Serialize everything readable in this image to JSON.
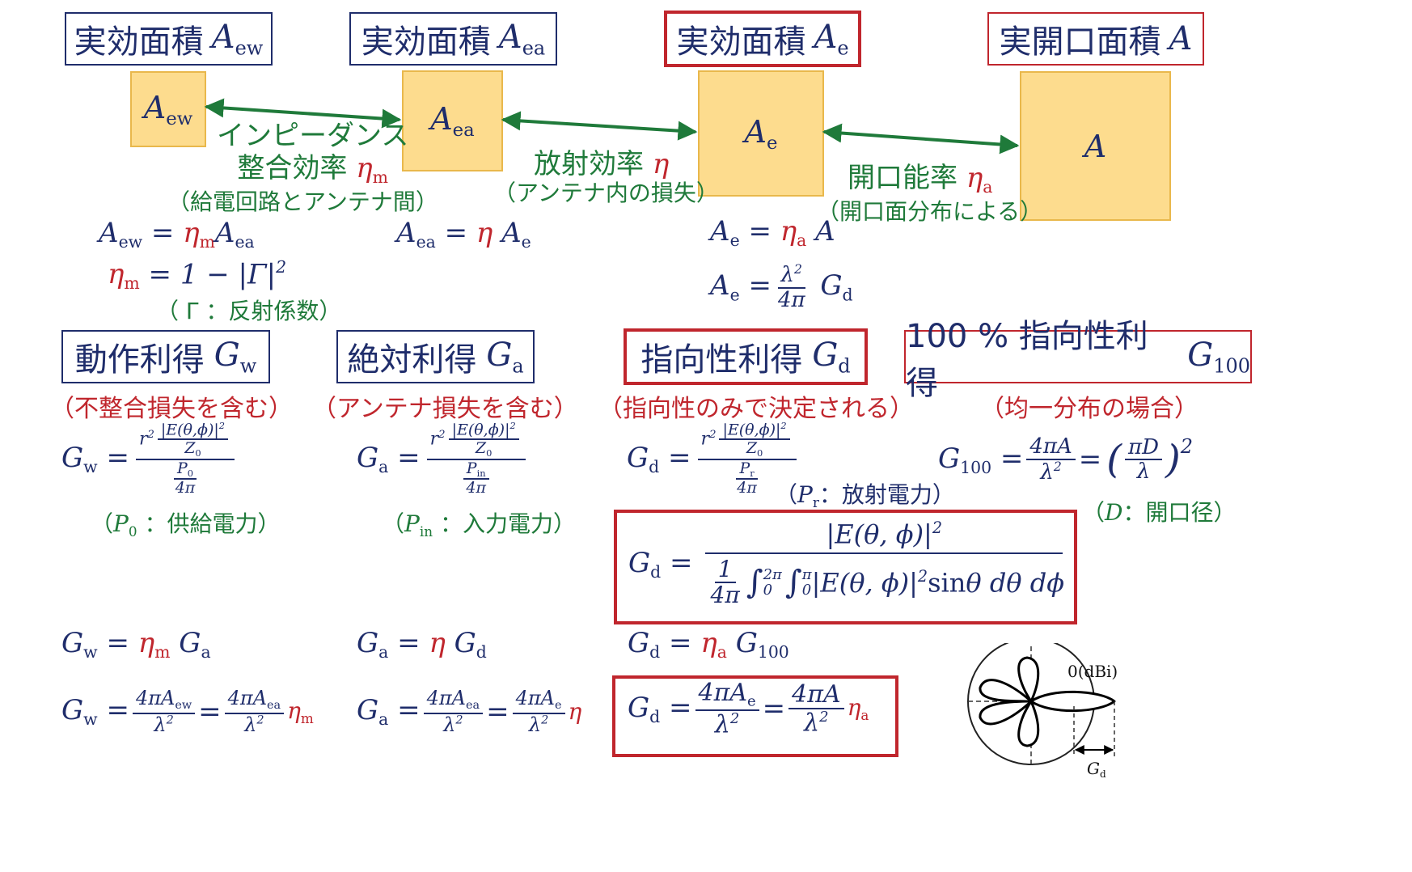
{
  "top_boxes": [
    {
      "label": "実効面積",
      "symbol": "A",
      "sub": "ew"
    },
    {
      "label": "実効面積",
      "symbol": "A",
      "sub": "ea"
    },
    {
      "label": "実効面積",
      "symbol": "A",
      "sub": "e"
    },
    {
      "label": "実開口面積",
      "symbol": "A",
      "sub": ""
    }
  ],
  "squares": [
    {
      "symbol": "A",
      "sub": "ew"
    },
    {
      "symbol": "A",
      "sub": "ea"
    },
    {
      "symbol": "A",
      "sub": "e"
    },
    {
      "symbol": "A",
      "sub": ""
    }
  ],
  "links": [
    {
      "line1": "インピーダンス",
      "line2": "整合効率",
      "symbol": "η",
      "sub": "m",
      "note": "（給電回路とアンテナ間）"
    },
    {
      "line1": "放射効率",
      "symbol": "η",
      "note": "（アンテナ内の損失）"
    },
    {
      "line1": "開口能率",
      "symbol": "η",
      "sub": "a",
      "note": "（開口面分布による）"
    }
  ],
  "relations": {
    "gamma_note": "（ Γ ：反射係数）"
  },
  "gain_boxes": [
    {
      "label": "動作利得",
      "symbol": "G",
      "sub": "w",
      "caption": "（不整合損失を含む）"
    },
    {
      "label": "絶対利得",
      "symbol": "G",
      "sub": "a",
      "caption": "（アンテナ損失を含む）"
    },
    {
      "label": "指向性利得",
      "symbol": "G",
      "sub": "d",
      "caption": "（指向性のみで決定される）"
    },
    {
      "label": "100 % 指向性利得",
      "symbol": "G",
      "sub": "100",
      "caption": "（均一分布の場合）"
    }
  ],
  "power_notes": {
    "p0": "：供給電力",
    "pin": "：入力電力",
    "pr": "：放射電力",
    "d": "：開口径"
  },
  "pattern": {
    "level_label": "0(dBi)",
    "width_label": "G",
    "width_sub": "d"
  },
  "colors": {
    "navy": "#1f2d6b",
    "red": "#c0262d",
    "green": "#1f7a3a",
    "square_fill": "#fddc8e",
    "square_border": "#e9b84c"
  }
}
